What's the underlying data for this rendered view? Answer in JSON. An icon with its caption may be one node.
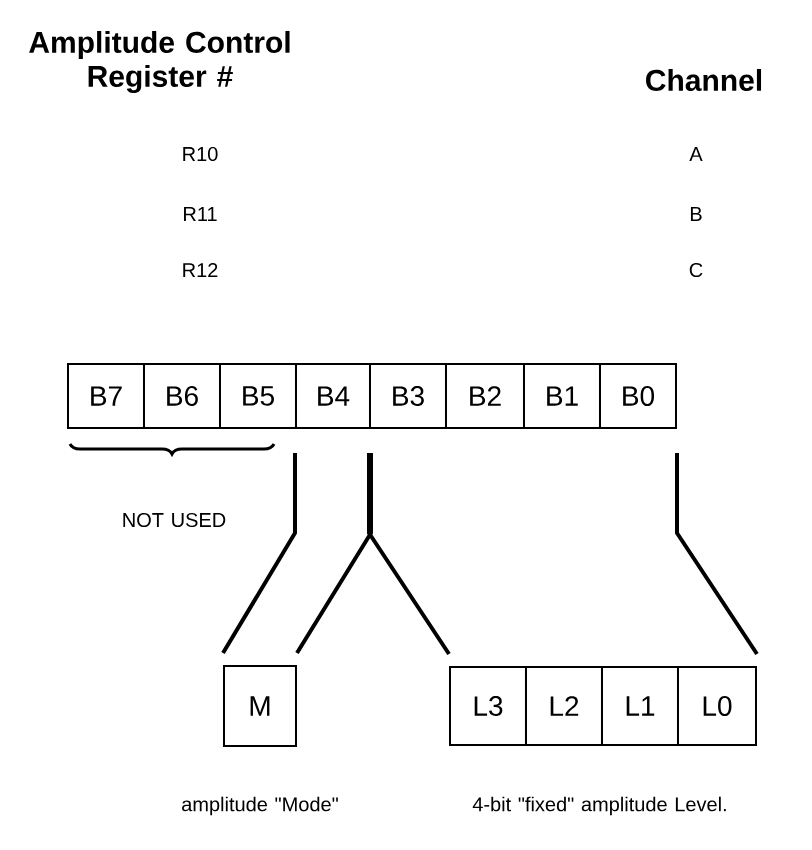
{
  "diagram": {
    "nodes": [
      {
        "text": [
          "B7"
        ]
      },
      {
        "text": [
          "B6"
        ]
      },
      {
        "text": [
          "B5"
        ]
      },
      {
        "text": [
          "B4"
        ]
      },
      {
        "text": [
          "B3"
        ]
      },
      {
        "text": [
          "B2"
        ]
      },
      {
        "text": [
          "B1"
        ]
      },
      {
        "text": [
          "B0"
        ]
      },
      {
        "text": [
          "M"
        ]
      },
      {
        "text": [
          "L3"
        ]
      },
      {
        "text": [
          "L2"
        ]
      },
      {
        "text": [
          "L1"
        ]
      },
      {
        "text": [
          "L0"
        ]
      }
    ],
    "edges": [
      {
        "from": 3,
        "to": 8,
        "arrow": "none"
      },
      {
        "from": 3,
        "to": 8,
        "arrow": "none"
      },
      {
        "from": 4,
        "to": 9,
        "arrow": "none"
      },
      {
        "from": 7,
        "to": 12,
        "arrow": "none"
      }
    ],
    "labels": [
      "Amplitude Control Register #",
      "Channel",
      "R10",
      "A",
      "R11",
      "B",
      "R12",
      "C",
      "NOT USED",
      "amplitude \"Mode\"",
      "4-bit \"fixed\" amplitude Level."
    ]
  }
}
